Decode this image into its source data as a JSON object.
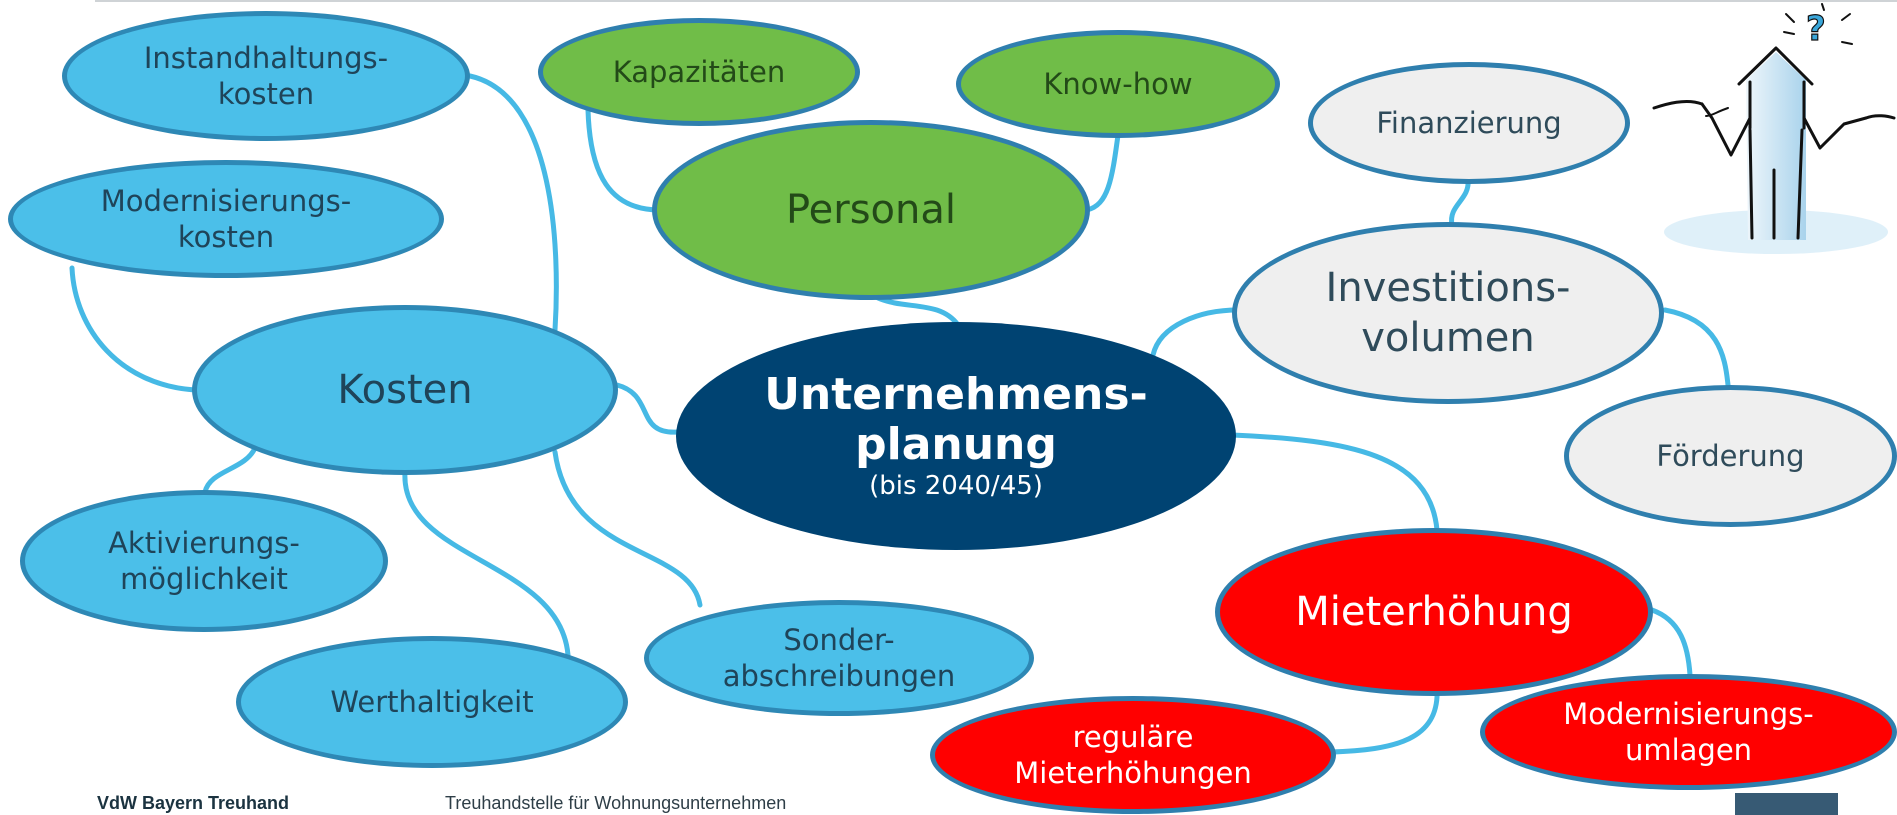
{
  "mindmap": {
    "center": {
      "title_line1": "Unternehmens-",
      "title_line2": "planung",
      "subtitle": "(bis 2040/45)"
    },
    "kosten": {
      "label": "Kosten",
      "color": "#4bbfe9",
      "children": {
        "instandhaltung": [
          "Instandhaltungs-",
          "kosten"
        ],
        "modernisierung": [
          "Modernisierungs-",
          "kosten"
        ],
        "aktivierung": [
          "Aktivierungs-",
          "möglichkeit"
        ],
        "werthaltigkeit": [
          "Werthaltigkeit"
        ],
        "sonder": [
          "Sonder-",
          "abschreibungen"
        ]
      }
    },
    "personal": {
      "label": "Personal",
      "color": "#70bd48",
      "children": {
        "kapazitaeten": [
          "Kapazitäten"
        ],
        "knowhow": [
          "Know-how"
        ]
      }
    },
    "investition": {
      "label_line1": "Investitions-",
      "label_line2": "volumen",
      "color": "#efefef",
      "children": {
        "finanzierung": [
          "Finanzierung"
        ],
        "foerderung": [
          "Förderung"
        ]
      }
    },
    "miete": {
      "label": "Mieterhöhung",
      "color": "#ff0000",
      "children": {
        "regulaer": [
          "reguläre",
          "Mieterhöhungen"
        ],
        "umlagen": [
          "Modernisierungs-",
          "umlagen"
        ]
      }
    },
    "connector_color": "#46b9e5",
    "center_color": "#004372"
  },
  "decoration": {
    "figure_icon": "thinking-person-house-icon",
    "question_mark": "?"
  },
  "footer": {
    "company": "VdW Bayern Treuhand",
    "tagline": "Treuhandstelle für Wohnungsunternehmen"
  }
}
